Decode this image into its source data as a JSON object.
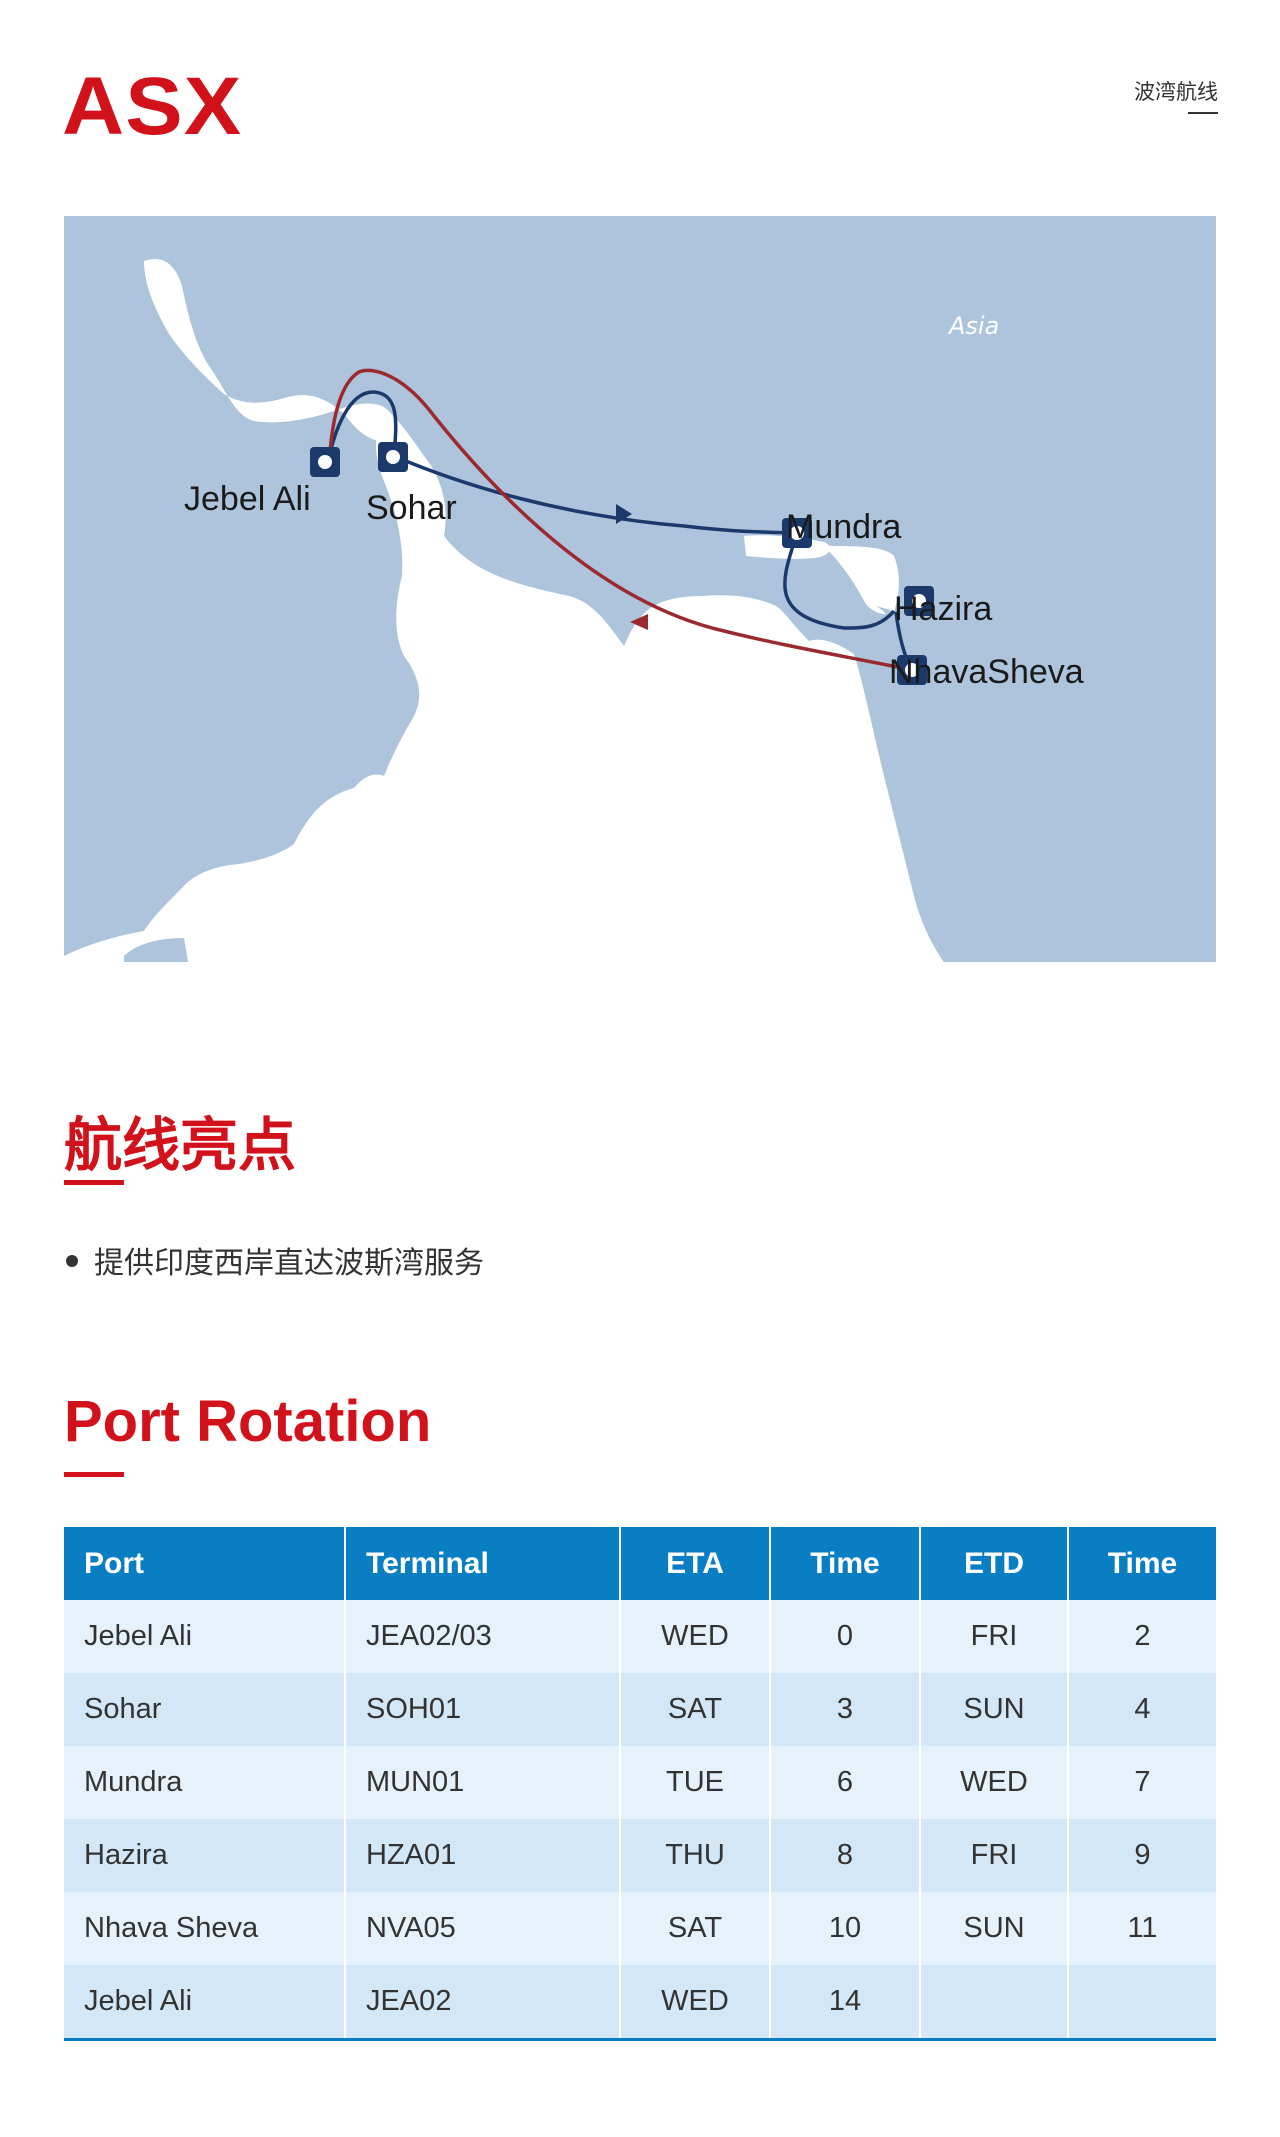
{
  "brand": {
    "logo_text": "ASX",
    "accent_color": "#d1121a"
  },
  "header": {
    "tag": "波湾航线"
  },
  "map": {
    "region_label": "Asia",
    "ports": [
      "Jebel Ali",
      "Sohar",
      "Mundra",
      "Hazira",
      "NhavaSheva"
    ],
    "route_colors": {
      "outbound": "#1b3a6b",
      "return": "#9b2a2e"
    },
    "sea_color": "#ffffff",
    "land_color": "#aec4dc"
  },
  "highlights": {
    "title": "航线亮点",
    "items": [
      "提供印度西岸直达波斯湾服务"
    ]
  },
  "rotation": {
    "title": "Port Rotation",
    "headers": [
      "Port",
      "Terminal",
      "ETA",
      "Time",
      "ETD",
      "Time"
    ],
    "rows": [
      [
        "Jebel Ali",
        "JEA02/03",
        "WED",
        "0",
        "FRI",
        "2"
      ],
      [
        "Sohar",
        "SOH01",
        "SAT",
        "3",
        "SUN",
        "4"
      ],
      [
        "Mundra",
        "MUN01",
        "TUE",
        "6",
        "WED",
        "7"
      ],
      [
        "Hazira",
        "HZA01",
        "THU",
        "8",
        "FRI",
        "9"
      ],
      [
        "Nhava Sheva",
        "NVA05",
        "SAT",
        "10",
        "SUN",
        "11"
      ],
      [
        "Jebel Ali",
        "JEA02",
        "WED",
        "14",
        "",
        ""
      ]
    ]
  }
}
